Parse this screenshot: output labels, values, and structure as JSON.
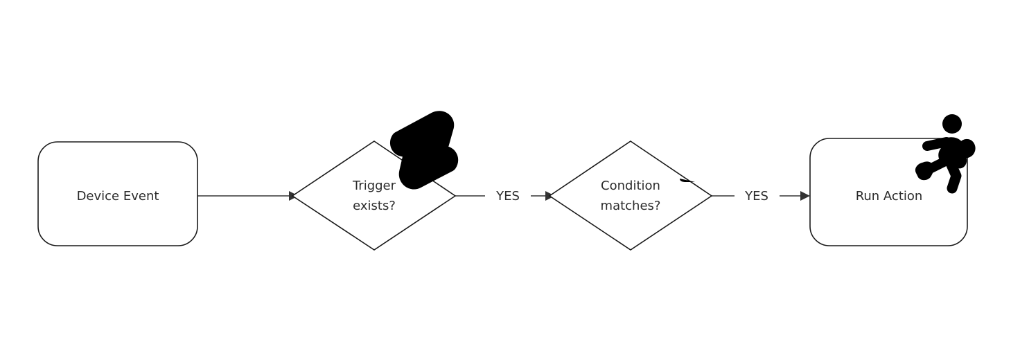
{
  "diagram": {
    "type": "flowchart",
    "orientation": "left-to-right",
    "background_color": "#ffffff",
    "stroke_color": "#1a1a1a",
    "text_color": "#2b2b2b",
    "icon_color": "#000000",
    "nodes": [
      {
        "id": "device-event",
        "label": "Device Event",
        "shape": "rounded-rectangle",
        "icon": null
      },
      {
        "id": "trigger-exists",
        "label_line1": "Trigger",
        "label_line2": "exists?",
        "shape": "diamond",
        "icon": "lightning-bolt-icon"
      },
      {
        "id": "condition-matches",
        "label_line1": "Condition",
        "label_line2": "matches?",
        "shape": "diamond",
        "icon": "branch-fork-arrow-icon"
      },
      {
        "id": "run-action",
        "label": "Run Action",
        "shape": "rounded-rectangle",
        "icon": "running-person-icon"
      }
    ],
    "edges": [
      {
        "id": "edge-1",
        "from": "device-event",
        "to": "trigger-exists",
        "label": ""
      },
      {
        "id": "edge-2",
        "from": "trigger-exists",
        "to": "condition-matches",
        "label": "YES"
      },
      {
        "id": "edge-3",
        "from": "condition-matches",
        "to": "run-action",
        "label": "YES"
      }
    ]
  }
}
